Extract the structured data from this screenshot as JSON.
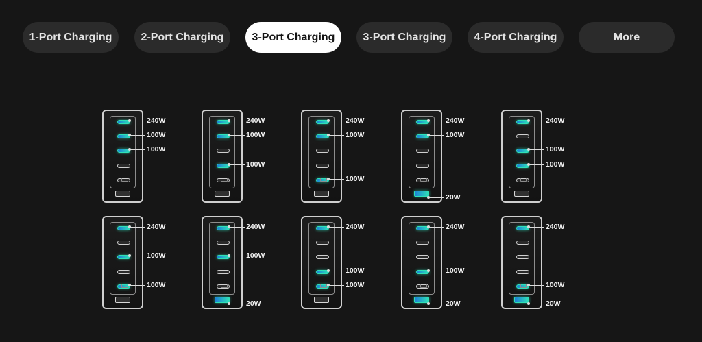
{
  "tabs": [
    {
      "label": "1-Port Charging",
      "active": false
    },
    {
      "label": "2-Port Charging",
      "active": false
    },
    {
      "label": "3-Port Charging",
      "active": true
    },
    {
      "label": "3-Port Charging",
      "active": false
    },
    {
      "label": "4-Port Charging",
      "active": false
    },
    {
      "label": "More",
      "active": false
    }
  ],
  "colors": {
    "background": "#161616",
    "tab_inactive": "#2b2b2b",
    "tab_active": "#ffffff",
    "port_active": "#2ee0b8",
    "port_idle": "#cfcfcf"
  },
  "configs": [
    {
      "active": [
        1,
        2,
        3
      ],
      "labels": [
        "240W",
        "100W",
        "100W",
        null,
        null,
        null
      ]
    },
    {
      "active": [
        1,
        2,
        4
      ],
      "labels": [
        "240W",
        "100W",
        null,
        "100W",
        null,
        null
      ]
    },
    {
      "active": [
        1,
        2,
        5
      ],
      "labels": [
        "240W",
        "100W",
        null,
        null,
        "100W",
        null
      ]
    },
    {
      "active": [
        1,
        2,
        6
      ],
      "labels": [
        "240W",
        "100W",
        null,
        null,
        null,
        "20W"
      ]
    },
    {
      "active": [
        1,
        3,
        4
      ],
      "labels": [
        "240W",
        null,
        "100W",
        "100W",
        null,
        null
      ]
    },
    {
      "active": [
        1,
        3,
        5
      ],
      "labels": [
        "240W",
        null,
        "100W",
        null,
        "100W",
        null
      ]
    },
    {
      "active": [
        1,
        3,
        6
      ],
      "labels": [
        "240W",
        null,
        "100W",
        null,
        null,
        "20W"
      ]
    },
    {
      "active": [
        1,
        4,
        5
      ],
      "labels": [
        "240W",
        null,
        null,
        "100W",
        "100W",
        null
      ]
    },
    {
      "active": [
        1,
        4,
        6
      ],
      "labels": [
        "240W",
        null,
        null,
        "100W",
        null,
        "20W"
      ]
    },
    {
      "active": [
        1,
        5,
        6
      ],
      "labels": [
        "240W",
        null,
        null,
        null,
        "100W",
        "20W"
      ]
    }
  ]
}
